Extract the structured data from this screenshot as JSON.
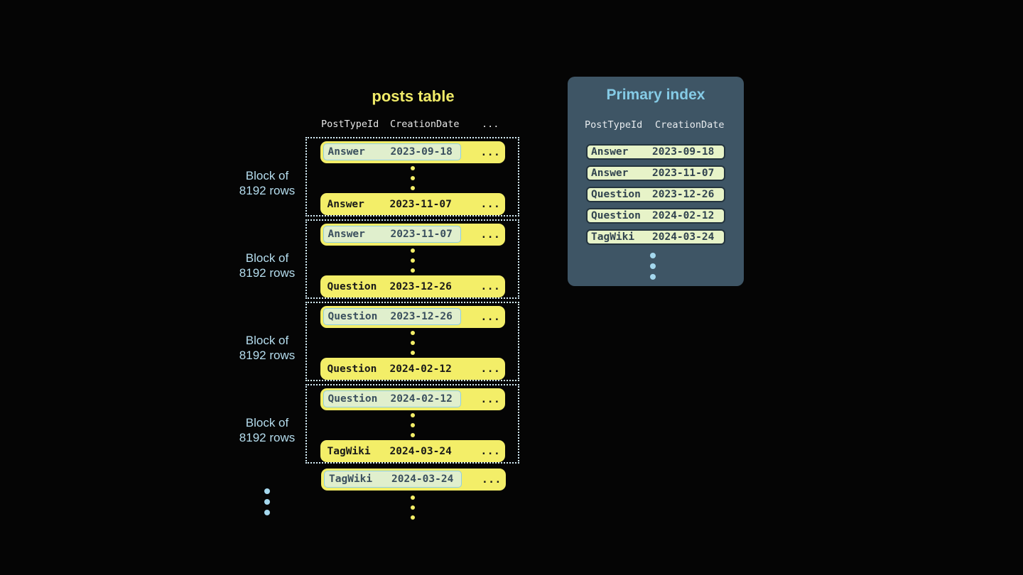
{
  "colors": {
    "background": "#050505",
    "row_yellow": "#f3ee68",
    "highlight_green": "#e0efcd",
    "highlight_border_blue": "#8ecfe4",
    "block_dotted_border": "#d5edf7",
    "panel_background": "#3e5565",
    "title_yellow": "#f0eb68",
    "title_blue": "#85cbe6",
    "label_blue": "#b5ddee",
    "dot_blue": "#a5d8ee"
  },
  "posts_table": {
    "title": "posts table",
    "headers": {
      "col1": "PostTypeId",
      "col2": "CreationDate",
      "col3": "..."
    },
    "block_label": {
      "line1": "Block of",
      "line2": "8192 rows"
    },
    "blocks": [
      {
        "first_row": {
          "type": "Answer",
          "date": "2023-09-18",
          "more": "..."
        },
        "last_row": {
          "type": "Answer",
          "date": "2023-11-07",
          "more": "..."
        }
      },
      {
        "first_row": {
          "type": "Answer",
          "date": "2023-11-07",
          "more": "..."
        },
        "last_row": {
          "type": "Question",
          "date": "2023-12-26",
          "more": "..."
        }
      },
      {
        "first_row": {
          "type": "Question",
          "date": "2023-12-26",
          "more": "..."
        },
        "last_row": {
          "type": "Question",
          "date": "2024-02-12",
          "more": "..."
        }
      },
      {
        "first_row": {
          "type": "Question",
          "date": "2024-02-12",
          "more": "..."
        },
        "last_row": {
          "type": "TagWiki",
          "date": "2024-03-24",
          "more": "..."
        }
      }
    ],
    "trailing_row": {
      "type": "TagWiki",
      "date": "2024-03-24",
      "more": "..."
    }
  },
  "primary_index": {
    "title": "Primary index",
    "headers": {
      "col1": "PostTypeId",
      "col2": "CreationDate"
    },
    "rows": [
      {
        "type": "Answer",
        "date": "2023-09-18"
      },
      {
        "type": "Answer",
        "date": "2023-11-07"
      },
      {
        "type": "Question",
        "date": "2023-12-26"
      },
      {
        "type": "Question",
        "date": "2024-02-12"
      },
      {
        "type": "TagWiki",
        "date": "2024-03-24"
      }
    ]
  }
}
